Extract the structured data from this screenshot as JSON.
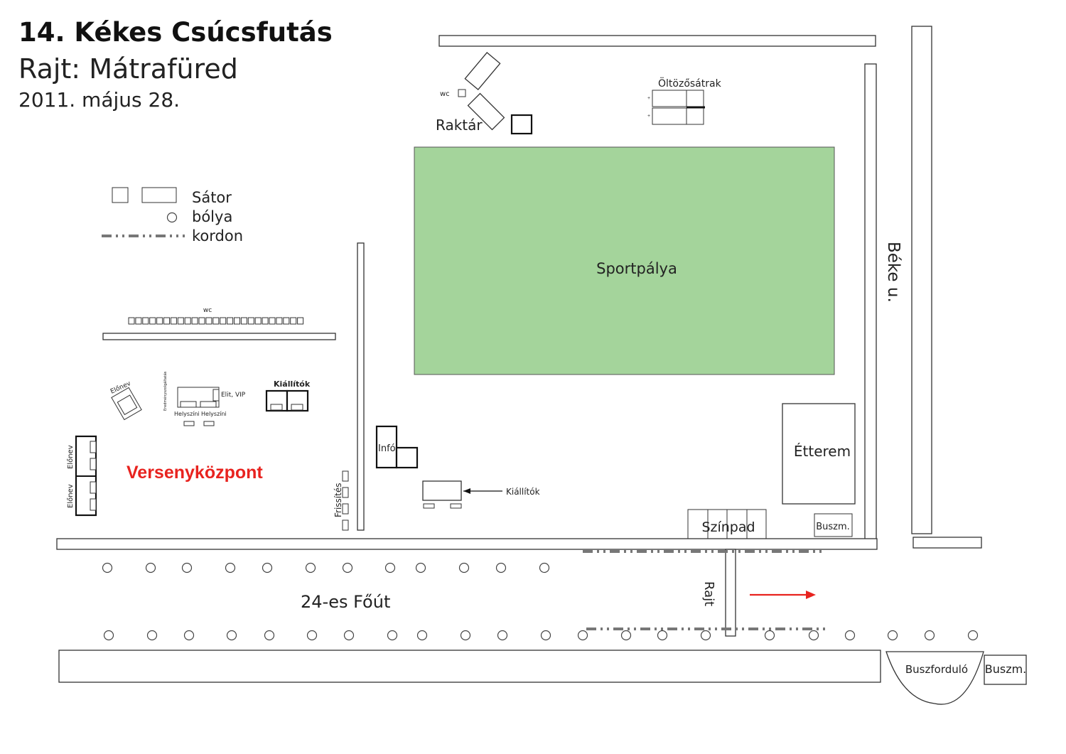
{
  "header": {
    "title": "14. Kékes Csúcsfutás",
    "subtitle": "Rajt: Mátrafüred",
    "date": "2011. május 28."
  },
  "legend": {
    "tent": "Sátor",
    "cone": "bólya",
    "cordon": "kordon"
  },
  "labels": {
    "wc_top": "wc",
    "wc_row": "wc",
    "storage": "Raktár",
    "changing_tents": "Öltözősátrak",
    "sport_field": "Sportpálya",
    "street": "Béke u.",
    "restaurant": "Étterem",
    "stage": "Színpad",
    "bus_small": "Buszm.",
    "bus_turn": "Buszforduló",
    "bus_right": "Buszm.",
    "main_road": "24-es Főút",
    "start": "Rajt",
    "race_center": "Versenyközpont",
    "refreshment": "Frissítés",
    "info": "Infó",
    "exhibitors_top": "Kiállítók",
    "exhibitors_arrow": "Kiállítók",
    "prereg_1": "Előnev",
    "prereg_2": "Előnev",
    "prereg_3": "Előnev",
    "elite_vip": "Elit, VIP",
    "onsite_1": "Helyszíni",
    "onsite_2": "Helyszíni",
    "result_service": "Eredményszolgáltatás"
  },
  "colors": {
    "field": "#a4d49b",
    "race_center": "#e8231f",
    "arrow": "#e8231f",
    "cordon": "#808080"
  }
}
